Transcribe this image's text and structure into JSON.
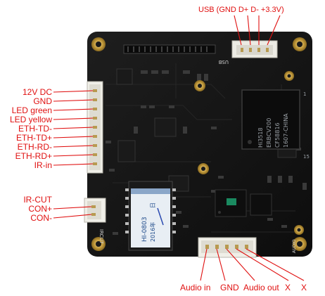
{
  "usb_label": "USB (GND D+ D- +3.3V)",
  "left_labels": [
    "12V DC",
    "GND",
    "LED green",
    "LED yellow",
    "ETH-TD-",
    "ETH-TD+",
    "ETH-RD-",
    "ETH-RD+",
    "IR-in"
  ],
  "left_labels_lower": [
    "IR-CUT",
    "CON+",
    "CON-"
  ],
  "bottom_labels": [
    "Audio in",
    "GND",
    "Audio out",
    "X",
    "X"
  ],
  "board": {
    "silkscreen_usb": "USB",
    "silkscreen_ircut": "IRCUT",
    "silkscreen_audio": "AUDIO",
    "soc_marking": [
      "Hi3518",
      "ERBCV200",
      "CF58816",
      "1607-CHINA"
    ],
    "sticker": [
      "HI-0803",
      "2016年",
      "日"
    ],
    "pin_number_15": "15",
    "pin_number_1": "1"
  },
  "colors": {
    "annotation": "#e01010",
    "pcb": "#141414",
    "pad_gold": "#c8a040"
  }
}
